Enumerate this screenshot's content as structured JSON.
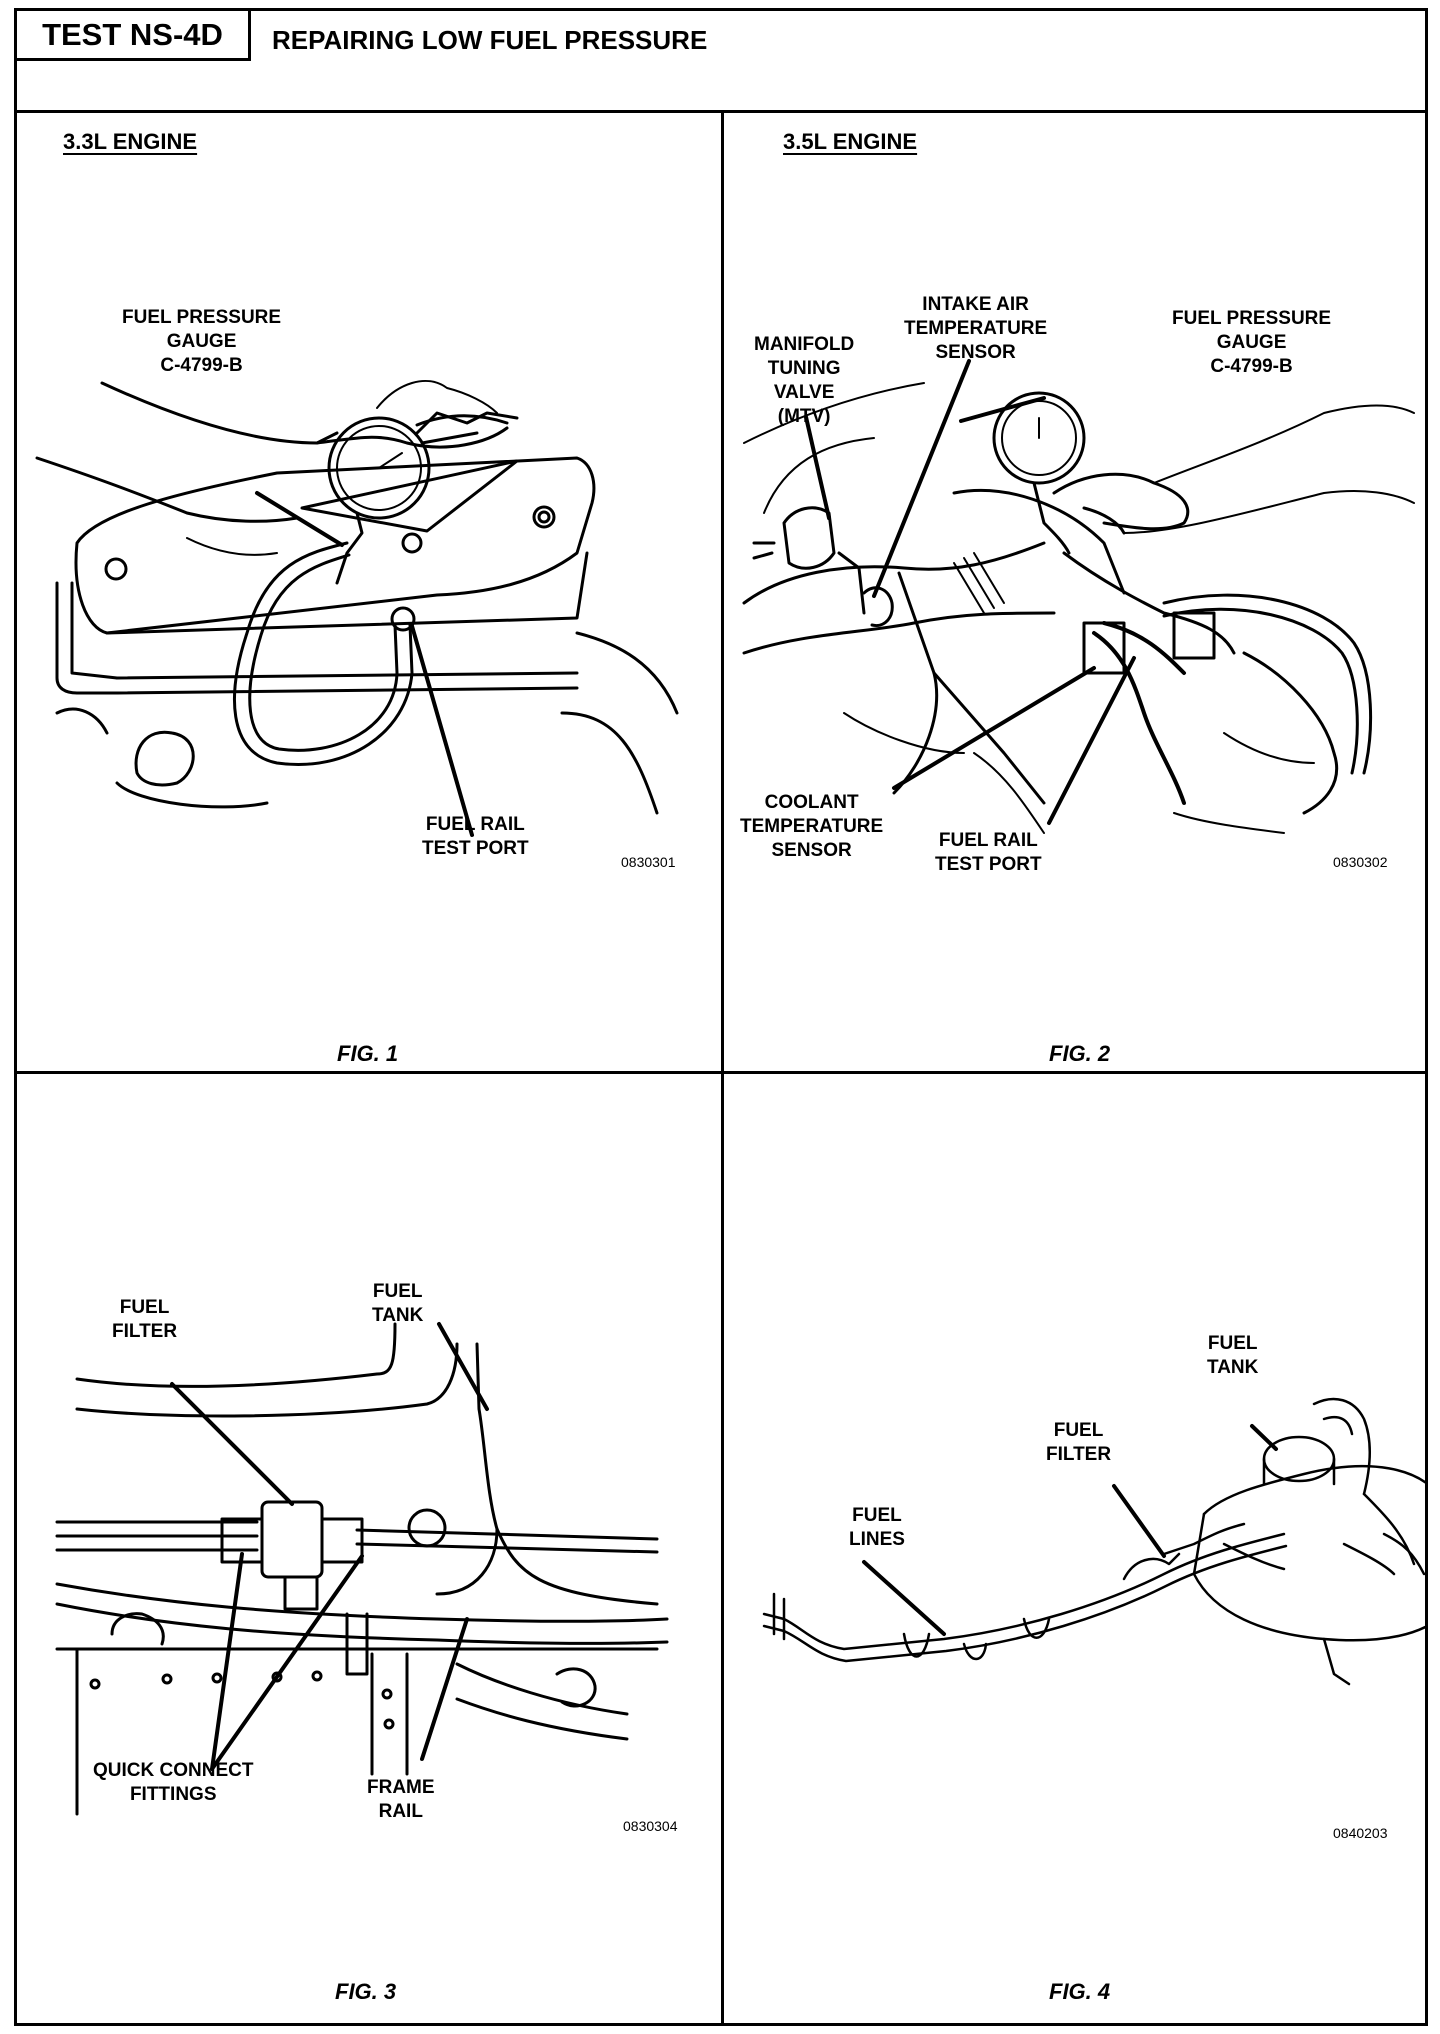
{
  "header": {
    "test_id": "TEST NS-4D",
    "title": "REPAIRING LOW FUEL PRESSURE"
  },
  "fig1": {
    "engine": "3.3L ENGINE",
    "callouts": {
      "gauge": "FUEL PRESSURE\nGAUGE\nC-4799-B",
      "test_port": "FUEL RAIL\nTEST PORT"
    },
    "code": "0830301",
    "caption": "FIG. 1"
  },
  "fig2": {
    "engine": "3.5L ENGINE",
    "callouts": {
      "mtv": "MANIFOLD\nTUNING\nVALVE\n(MTV)",
      "iat": "INTAKE AIR\nTEMPERATURE\nSENSOR",
      "gauge": "FUEL PRESSURE\nGAUGE\nC-4799-B",
      "coolant": "COOLANT\nTEMPERATURE\nSENSOR",
      "test_port": "FUEL RAIL\nTEST PORT"
    },
    "code": "0830302",
    "caption": "FIG. 2"
  },
  "fig3": {
    "callouts": {
      "filter": "FUEL\nFILTER",
      "tank": "FUEL\nTANK",
      "fittings": "QUICK CONNECT\nFITTINGS",
      "frame": "FRAME\nRAIL"
    },
    "code": "0830304",
    "caption": "FIG. 3"
  },
  "fig4": {
    "callouts": {
      "tank": "FUEL\nTANK",
      "filter": "FUEL\nFILTER",
      "lines": "FUEL\nLINES"
    },
    "code": "0840203",
    "caption": "FIG. 4"
  }
}
